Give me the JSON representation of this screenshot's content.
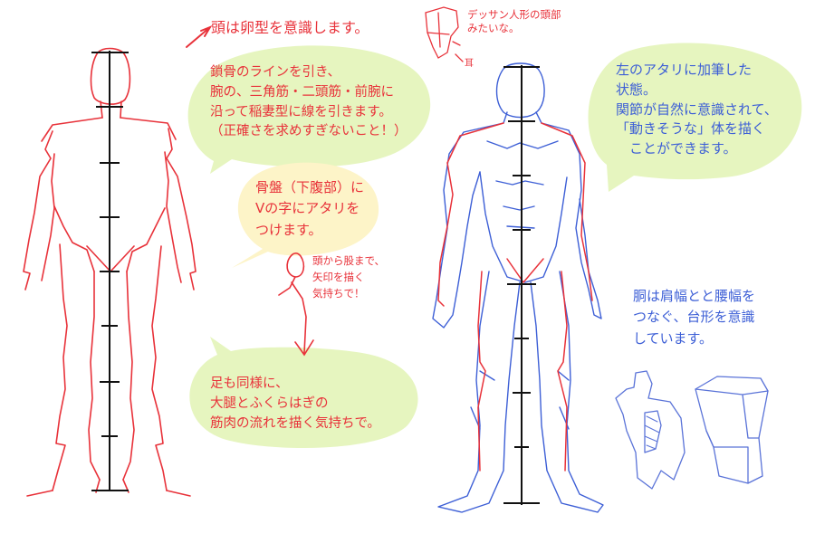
{
  "annotations": {
    "head_egg": "頭は卵型を意識します。",
    "clavicle": "鎖骨のラインを引き、\n腕の、三角筋・二頭筋・前腕に\n沿って稲妻型に線を引きます。\n（正確さを求めすぎないこと！）",
    "pelvis": "骨盤（下腹部）に\nVの字にアタリを\nつけます。",
    "head_to_hip": "頭から股まで、\n矢印を描く\n気持ちで！",
    "legs": "足も同様に、\n大腿とふくらはぎの\n筋肉の流れを描く気持ちで。",
    "dessin_head": "デッサン人形の頭部\nみたいな。",
    "ear": "耳",
    "left_sketch": "左のアタリに加筆した\n状態。\n関節が自然に意識されて、\n「動きそうな」体を描く\n　ことができます。",
    "torso": "胴は肩幅とと腰幅を\nつなぐ、台形を意識\nしています。"
  },
  "colors": {
    "guide_red": "#e8323a",
    "sketch_blue": "#3d5fd6",
    "bubble_green": "#e6f5bf",
    "bubble_yellow": "#fdf4c8",
    "ruler_black": "#111111"
  }
}
